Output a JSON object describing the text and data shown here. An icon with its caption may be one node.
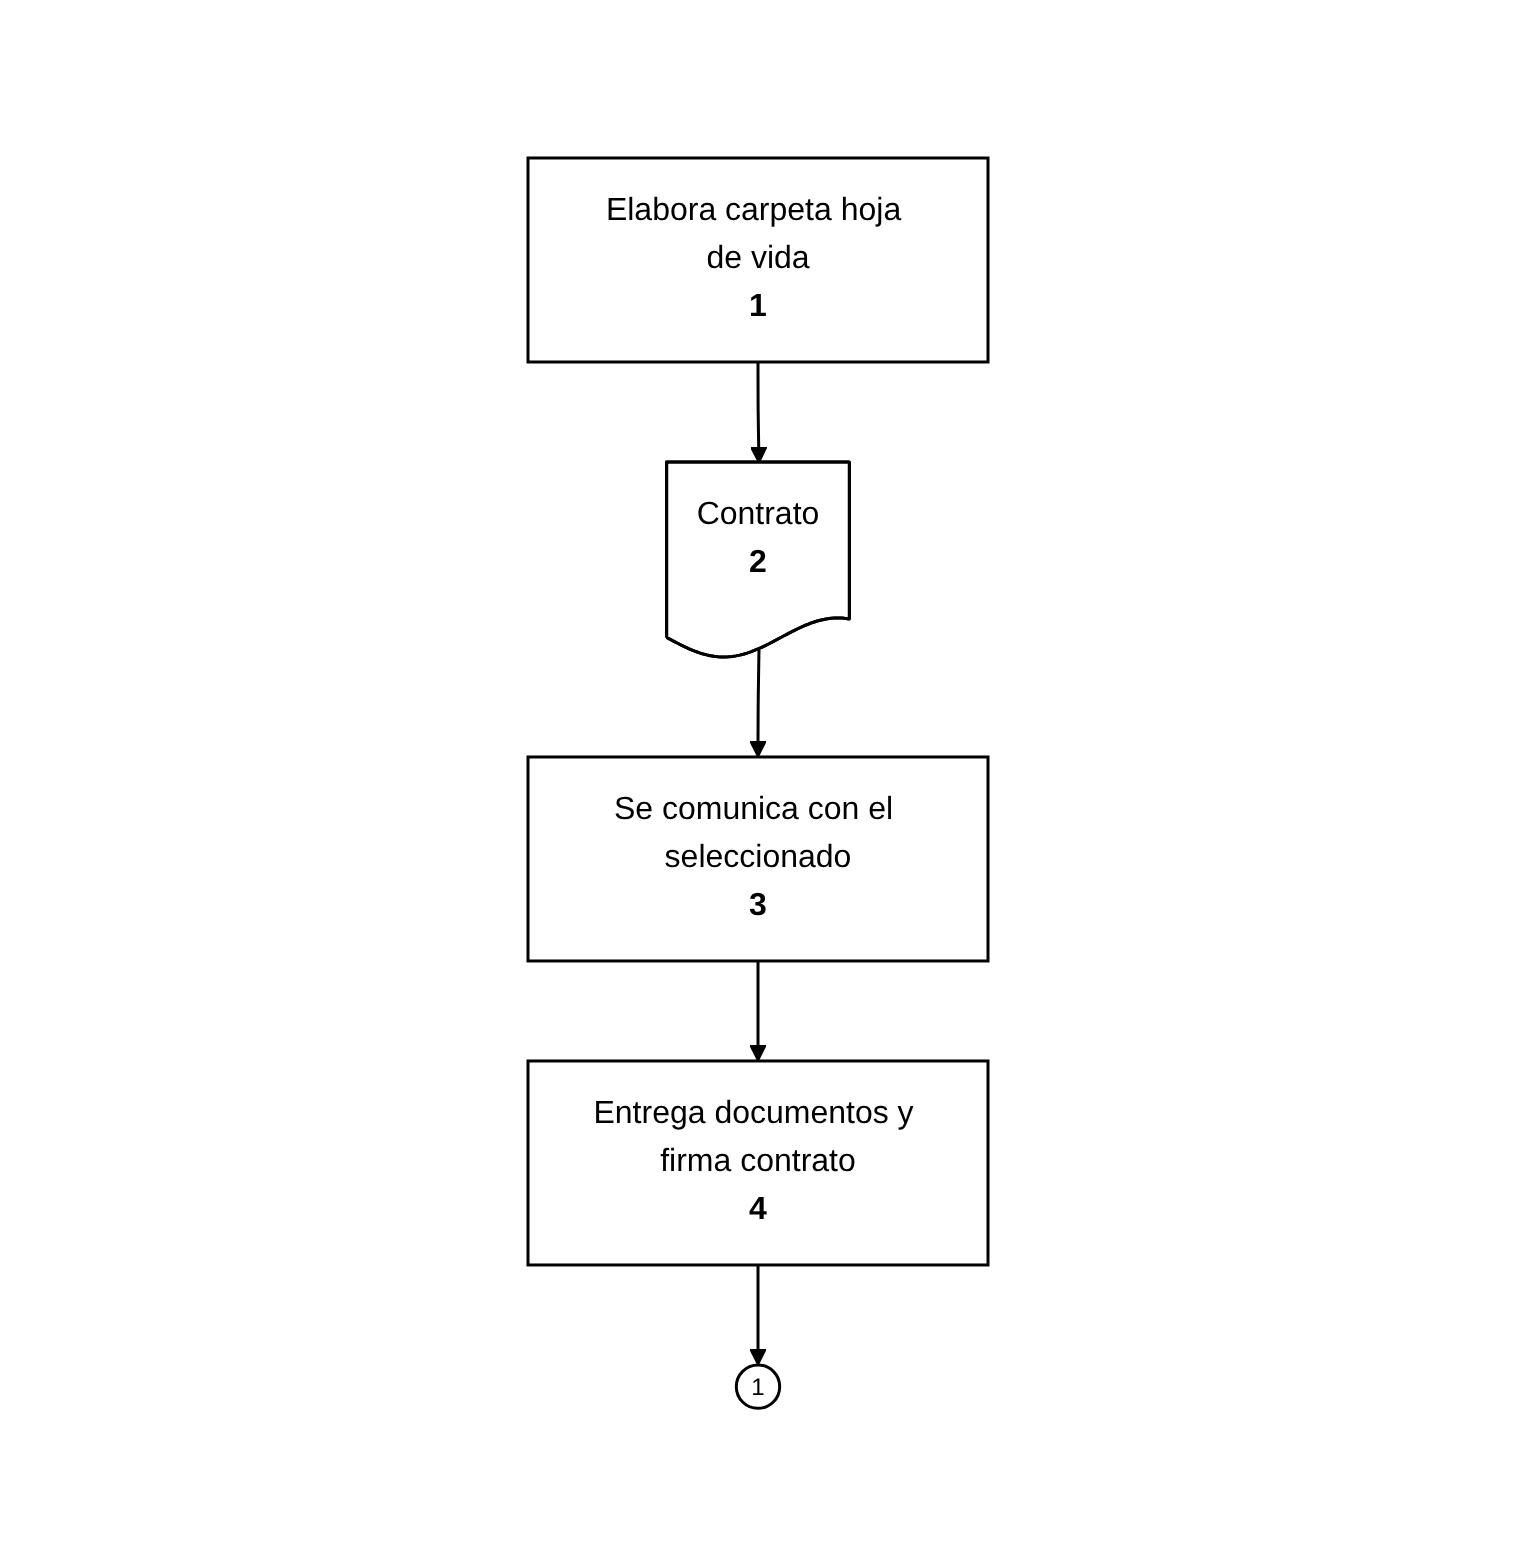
{
  "diagram": {
    "nodes": [
      {
        "text": [
          "Elabora carpeta hoja de vida",
          "1"
        ]
      },
      {
        "text": [
          "Contrato",
          "2"
        ]
      },
      {
        "text": [
          "Se comunica con el seleccionado",
          "3"
        ]
      },
      {
        "text": [
          "Entrega documentos y firma contrato",
          "4"
        ]
      },
      {
        "text": [
          "1"
        ]
      }
    ],
    "edges": [
      {
        "from": 0,
        "to": 1,
        "arrow": "to"
      },
      {
        "from": 1,
        "to": 2,
        "arrow": "to"
      },
      {
        "from": 2,
        "to": 3,
        "arrow": "to"
      },
      {
        "from": 3,
        "to": 4,
        "arrow": "to"
      }
    ]
  }
}
